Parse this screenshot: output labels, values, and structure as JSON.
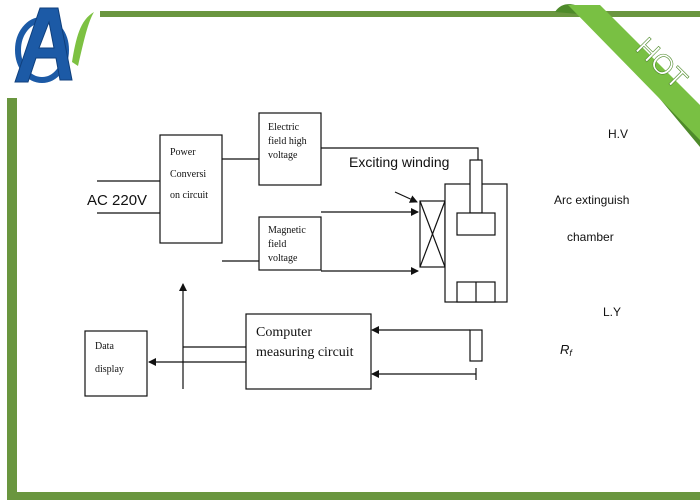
{
  "branding": {
    "logo_name": "A logo",
    "badge_text": "HOT",
    "accent_color": "#6a963f",
    "ribbon_color": "#79c043",
    "logo_blue": "#1c5aa6",
    "logo_green": "#7dc142"
  },
  "diagram": {
    "input_label": "AC 220V",
    "power_box": [
      "Power",
      "Conversi",
      "on circuit"
    ],
    "electric_box": [
      "Electric",
      "field high",
      "voltage"
    ],
    "magnetic_box": [
      "Magnetic",
      "field",
      "voltage"
    ],
    "exciting_winding_label": "Exciting winding",
    "hv_label": "H.V",
    "arc_label_1": "Arc extinguish",
    "arc_label_2": "chamber",
    "ly_label": "L.Y",
    "rf_label": "R",
    "rf_sub": "f",
    "computer_box": [
      "Computer",
      "measuring circuit"
    ],
    "data_box": [
      "Data",
      "display"
    ]
  }
}
